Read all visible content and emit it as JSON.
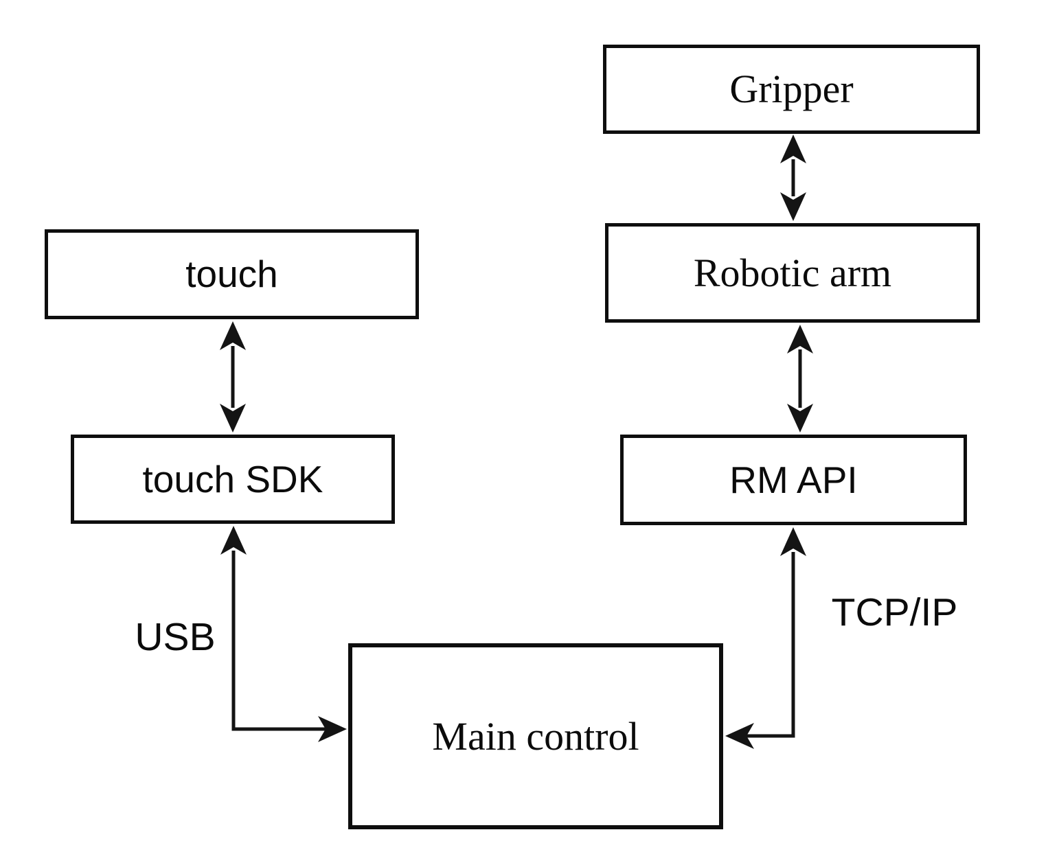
{
  "diagram": {
    "nodes": {
      "gripper": {
        "label": "Gripper"
      },
      "robotic_arm": {
        "label": "Robotic arm"
      },
      "rm_api": {
        "label": "RM API"
      },
      "touch": {
        "label": "touch"
      },
      "touch_sdk": {
        "label": "touch SDK"
      },
      "main_control": {
        "label": "Main control"
      }
    },
    "edge_labels": {
      "usb": "USB",
      "tcpip": "TCP/IP"
    },
    "edges": [
      {
        "from": "gripper",
        "to": "robotic_arm",
        "type": "bidirectional"
      },
      {
        "from": "robotic_arm",
        "to": "rm_api",
        "type": "bidirectional"
      },
      {
        "from": "touch",
        "to": "touch_sdk",
        "type": "bidirectional"
      },
      {
        "from": "main_control",
        "to": "touch_sdk",
        "type": "bidirectional-elbow",
        "label": "USB"
      },
      {
        "from": "main_control",
        "to": "rm_api",
        "type": "bidirectional-elbow",
        "label": "TCP/IP"
      }
    ],
    "colors": {
      "background": "#ffffff",
      "line": "#141414",
      "text": "#0b0b0b"
    }
  }
}
